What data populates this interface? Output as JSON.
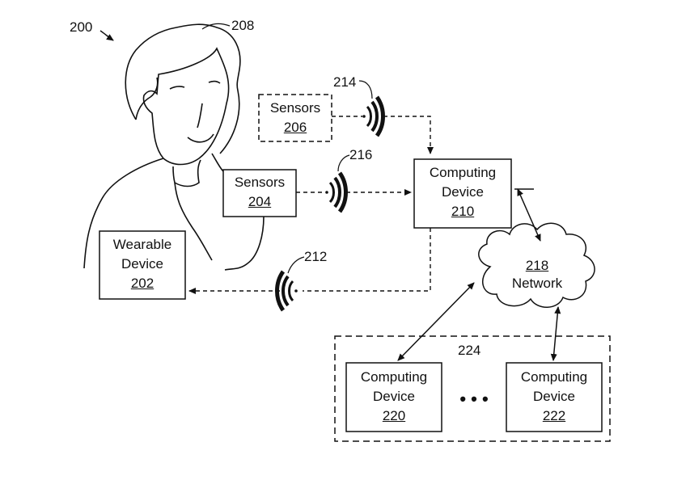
{
  "refs": {
    "system": "200",
    "user": "208",
    "signal_206": "214",
    "signal_204": "216",
    "signal_202": "212",
    "group": "224"
  },
  "sensors_206": {
    "label": "Sensors",
    "number": "206"
  },
  "sensors_204": {
    "label": "Sensors",
    "number": "204"
  },
  "wearable_202": {
    "line1": "Wearable",
    "line2": "Device",
    "number": "202"
  },
  "computing_210": {
    "line1": "Computing",
    "line2": "Device",
    "number": "210"
  },
  "network_218": {
    "number": "218",
    "label": "Network"
  },
  "computing_220": {
    "line1": "Computing",
    "line2": "Device",
    "number": "220"
  },
  "computing_222": {
    "line1": "Computing",
    "line2": "Device",
    "number": "222"
  },
  "ellipsis": "• • •"
}
